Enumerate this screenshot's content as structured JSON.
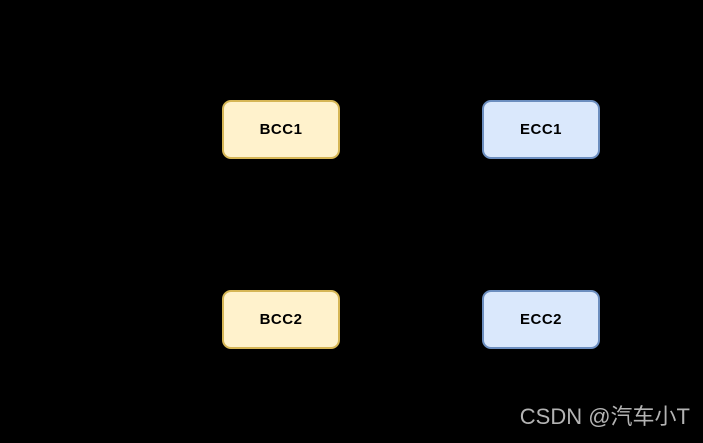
{
  "diagram": {
    "type": "block-diagram",
    "background_color": "#000000",
    "nodes": [
      {
        "label": "BCC1",
        "fill_color": "#FFF2CC",
        "border_color": "#D6B656",
        "row": "top",
        "column": "left"
      },
      {
        "label": "ECC1",
        "fill_color": "#DAE8FC",
        "border_color": "#6C8EBF",
        "row": "top",
        "column": "right"
      },
      {
        "label": "BCC2",
        "fill_color": "#FFF2CC",
        "border_color": "#D6B656",
        "row": "bottom",
        "column": "left"
      },
      {
        "label": "ECC2",
        "fill_color": "#DAE8FC",
        "border_color": "#6C8EBF",
        "row": "bottom",
        "column": "right"
      }
    ],
    "watermark": {
      "text": "CSDN @汽车小T",
      "color": "#b3b3b3"
    }
  }
}
